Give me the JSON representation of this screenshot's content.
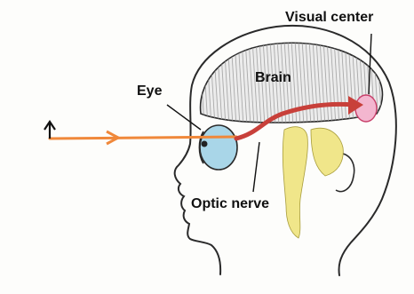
{
  "labels": {
    "visual_center": "Visual center",
    "brain": "Brain",
    "eye": "Eye",
    "optic_nerve": "Optic nerve"
  },
  "colors": {
    "light_ray": "#f0883a",
    "nerve_path": "#c8403a",
    "eye_fill": "#a9d6e8",
    "visual_center_fill": "#f3b6cf",
    "brainstem_fill": "#f0e68a",
    "outline": "#2a2a2a",
    "brain_hatch": "#9a9a9a"
  }
}
